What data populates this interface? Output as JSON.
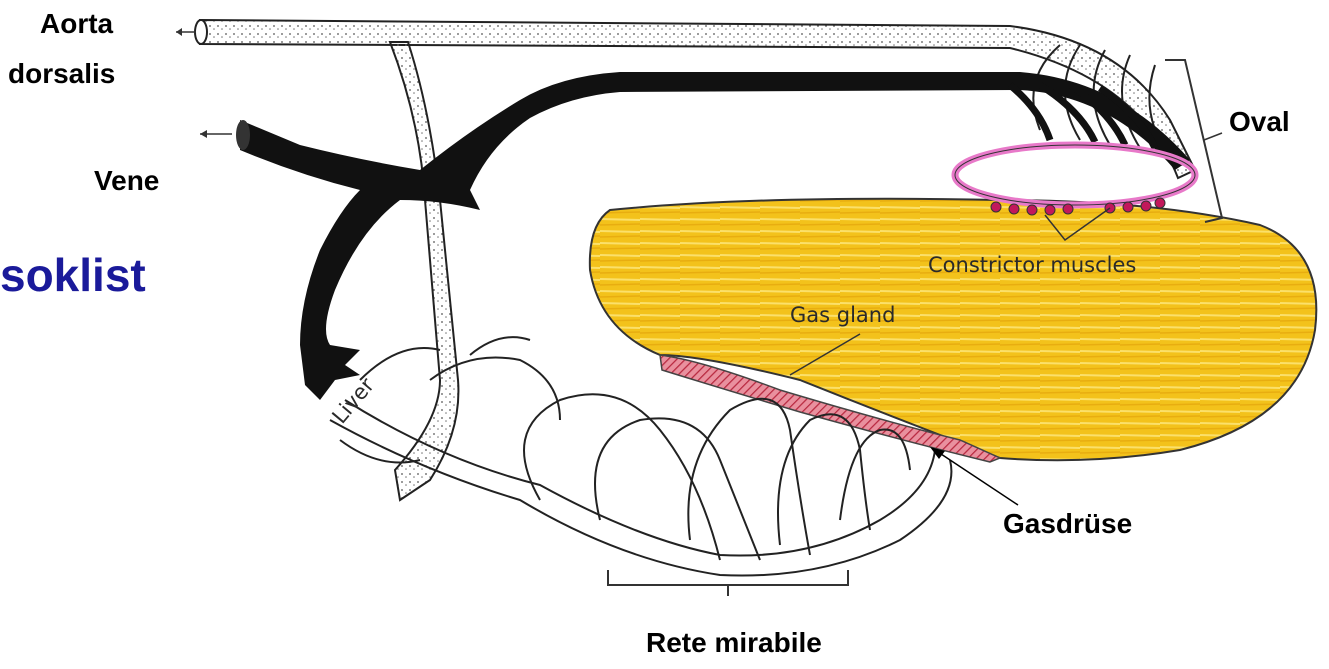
{
  "title_fragment": "soklist",
  "labels": {
    "aorta": "Aorta",
    "dorsalis": "dorsalis",
    "vene": "Vene",
    "oval": "Oval",
    "gasdruese": "Gasdrüse",
    "rete_mirabile": "Rete mirabile"
  },
  "inner_labels": {
    "constrictor_muscles": "Constrictor muscles",
    "gas_gland": "Gas gland",
    "liver": "Liver"
  },
  "colors": {
    "swim_bladder_fill": "#f3c21b",
    "oval_ring": "#e879c9",
    "gas_gland_band": "#d9556b",
    "vein": "#111111",
    "artery_stipple": "#555555",
    "title_blue": "#1a1a9a"
  }
}
